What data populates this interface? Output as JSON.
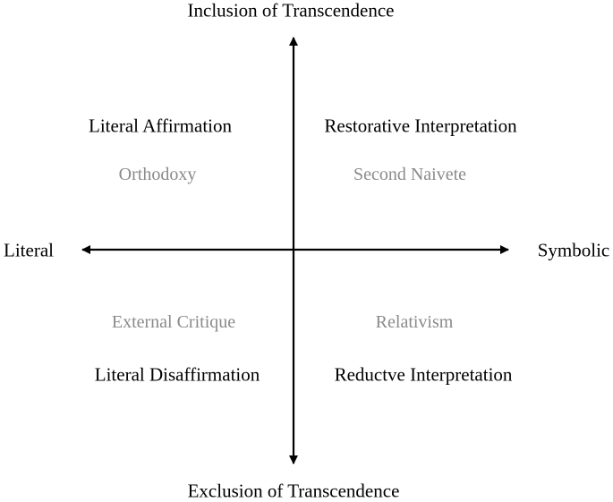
{
  "axes": {
    "top": "Inclusion of Transcendence",
    "bottom": "Exclusion of Transcendence",
    "left": "Literal",
    "right": "Symbolic"
  },
  "quadrants": {
    "top_left": {
      "title": "Literal Affirmation",
      "subtitle": "Orthodoxy"
    },
    "top_right": {
      "title": "Restorative Interpretation",
      "subtitle": "Second Naivete"
    },
    "bottom_left": {
      "title": "Literal Disaffirmation",
      "subtitle": "External Critique"
    },
    "bottom_right": {
      "title": "Reductve Interpretation",
      "subtitle": "Relativism"
    }
  },
  "colors": {
    "primary_text": "#000000",
    "secondary_text": "#8a8a8a",
    "axis_line": "#000000"
  }
}
